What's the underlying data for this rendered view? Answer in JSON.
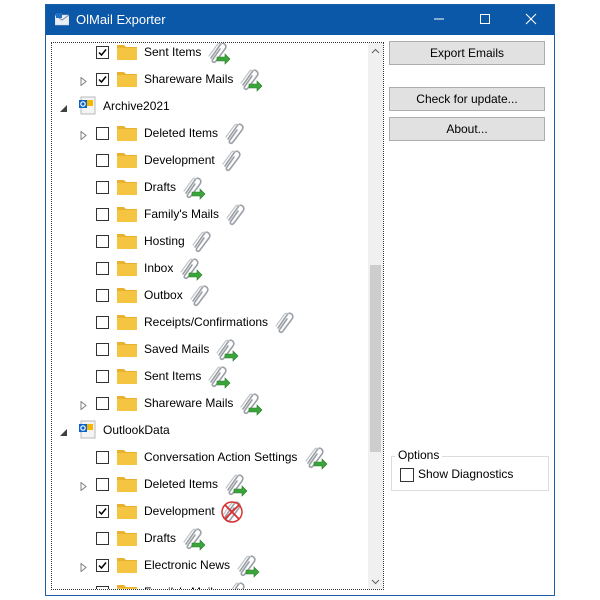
{
  "window": {
    "title": "OlMail Exporter",
    "title_color": "#0b57a8"
  },
  "titlebar_buttons": [
    {
      "name": "minimize-button",
      "icon": "minimize-icon"
    },
    {
      "name": "maximize-button",
      "icon": "maximize-icon"
    },
    {
      "name": "close-button",
      "icon": "close-icon"
    }
  ],
  "tree": {
    "rows": [
      {
        "type": "folder",
        "label": "Sent Items",
        "checked": true,
        "expander": false,
        "clip": "green-arrow"
      },
      {
        "type": "folder",
        "label": "Shareware Mails",
        "checked": true,
        "expander": true,
        "clip": "green-arrow"
      },
      {
        "type": "store",
        "label": "Archive2021",
        "expanded": true
      },
      {
        "type": "folder",
        "label": "Deleted Items",
        "checked": false,
        "expander": true,
        "clip": "gray"
      },
      {
        "type": "folder",
        "label": "Development",
        "checked": false,
        "expander": false,
        "clip": "gray"
      },
      {
        "type": "folder",
        "label": "Drafts",
        "checked": false,
        "expander": false,
        "clip": "green-arrow"
      },
      {
        "type": "folder",
        "label": "Family's Mails",
        "checked": false,
        "expander": false,
        "clip": "gray"
      },
      {
        "type": "folder",
        "label": "Hosting",
        "checked": false,
        "expander": false,
        "clip": "gray"
      },
      {
        "type": "folder",
        "label": "Inbox",
        "checked": false,
        "expander": false,
        "clip": "green-arrow"
      },
      {
        "type": "folder",
        "label": "Outbox",
        "checked": false,
        "expander": false,
        "clip": "gray"
      },
      {
        "type": "folder",
        "label": "Receipts/Confirmations",
        "checked": false,
        "expander": false,
        "clip": "gray"
      },
      {
        "type": "folder",
        "label": "Saved Mails",
        "checked": false,
        "expander": false,
        "clip": "green-arrow"
      },
      {
        "type": "folder",
        "label": "Sent Items",
        "checked": false,
        "expander": false,
        "clip": "green-arrow"
      },
      {
        "type": "folder",
        "label": "Shareware Mails",
        "checked": false,
        "expander": true,
        "clip": "green-arrow"
      },
      {
        "type": "store",
        "label": "OutlookData",
        "expanded": true
      },
      {
        "type": "folder",
        "label": "Conversation Action Settings",
        "checked": false,
        "expander": false,
        "clip": "green-arrow"
      },
      {
        "type": "folder",
        "label": "Deleted Items",
        "checked": false,
        "expander": true,
        "clip": "green-arrow"
      },
      {
        "type": "folder",
        "label": "Development",
        "checked": true,
        "expander": false,
        "clip": "red-x"
      },
      {
        "type": "folder",
        "label": "Drafts",
        "checked": false,
        "expander": false,
        "clip": "green-arrow"
      },
      {
        "type": "folder",
        "label": "Electronic News",
        "checked": true,
        "expander": true,
        "clip": "green-arrow"
      },
      {
        "type": "folder",
        "label": "Family's Mails",
        "checked": false,
        "expander": false,
        "clip": "gray"
      }
    ]
  },
  "buttons": {
    "export": "Export Emails",
    "check_update": "Check for update...",
    "about": "About..."
  },
  "options": {
    "legend": "Options",
    "show_diagnostics": "Show Diagnostics",
    "show_diagnostics_checked": false
  },
  "colors": {
    "folder": "#f5c542",
    "clip_green": "#3aa53a",
    "clip_red": "#d93030",
    "accent": "#0b57a8"
  }
}
